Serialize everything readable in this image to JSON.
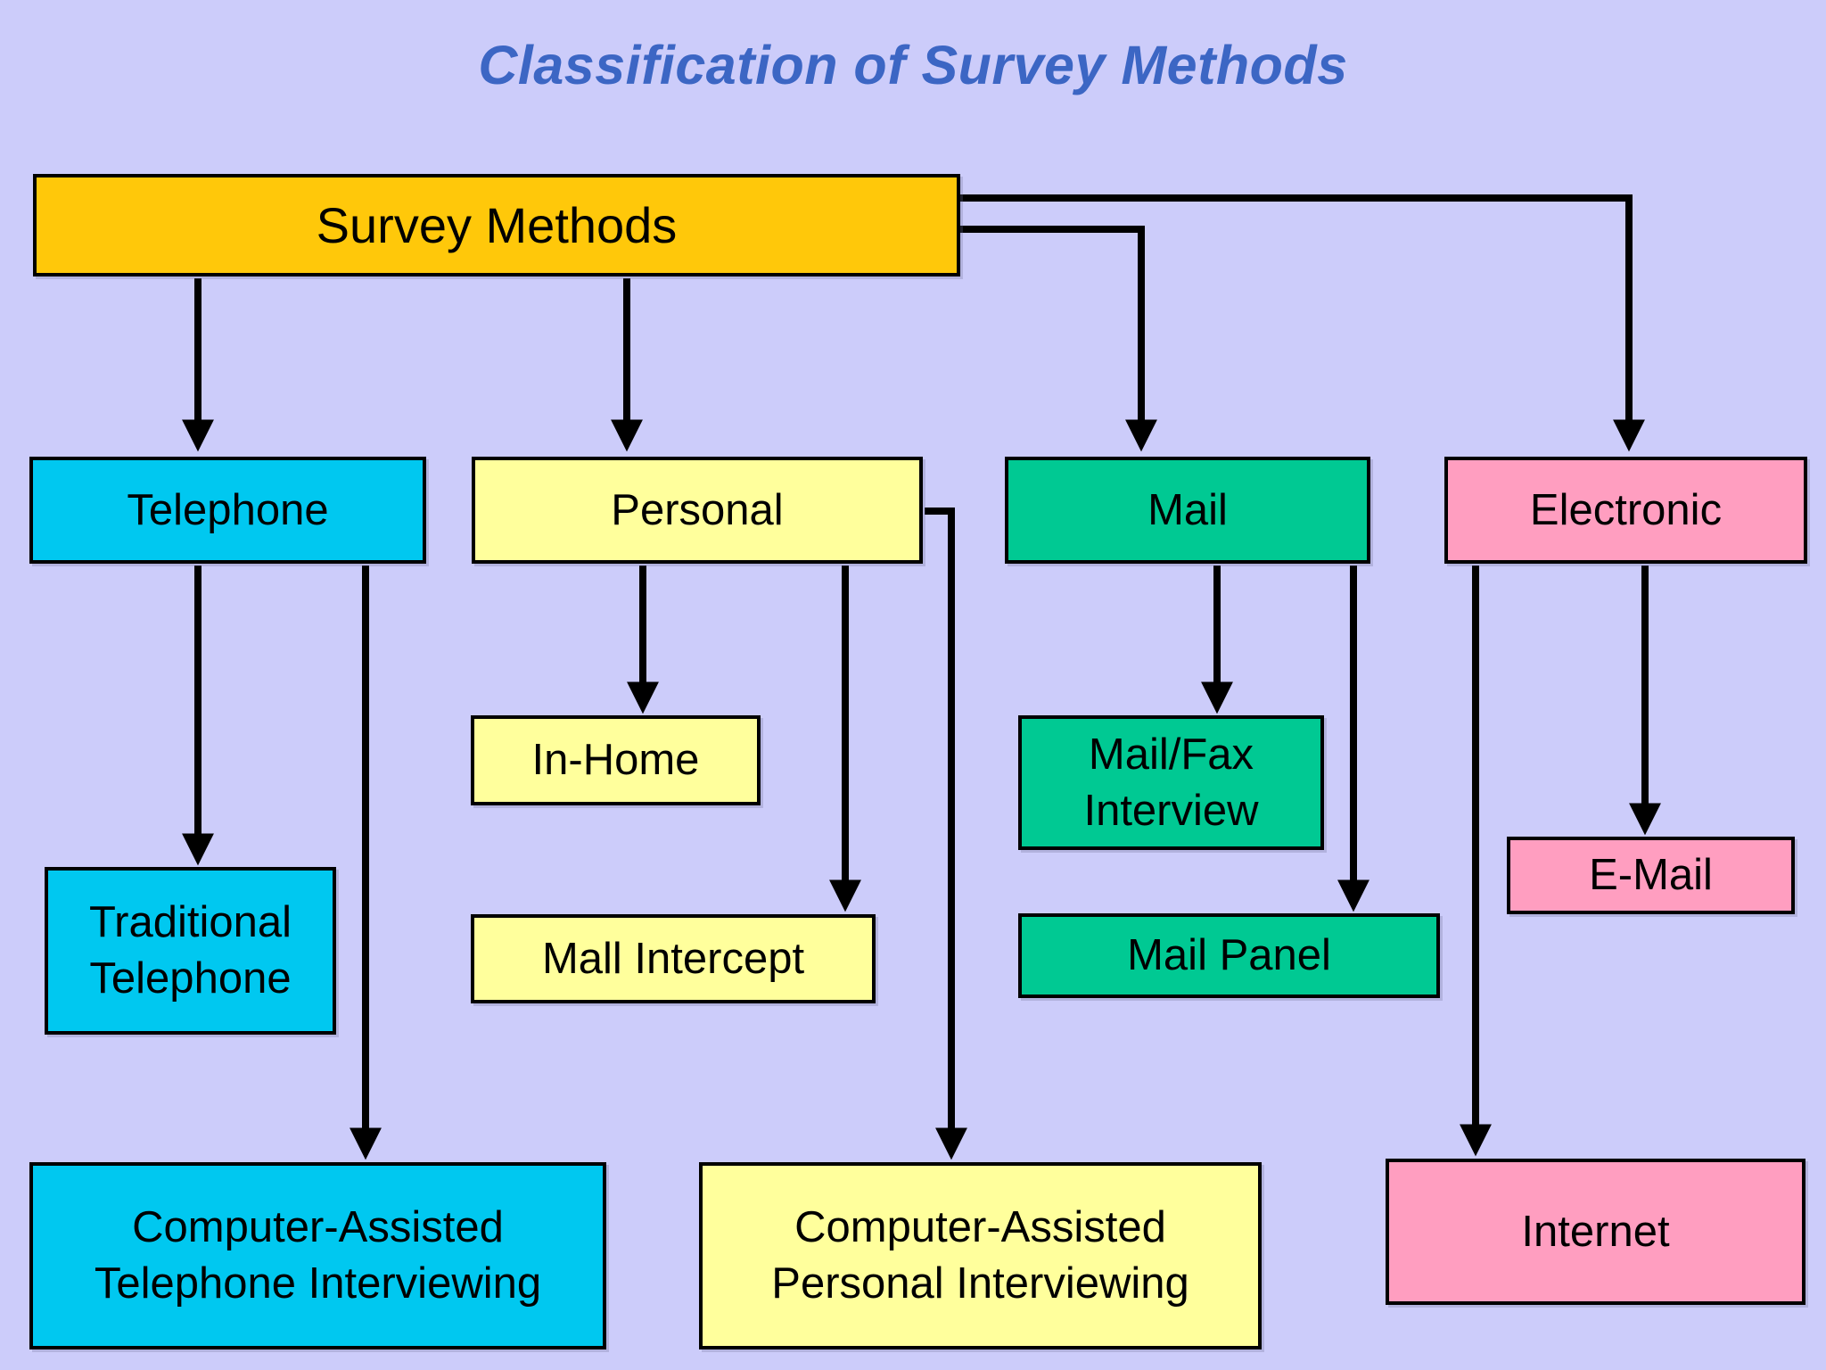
{
  "title": "Classification of Survey Methods",
  "colors": {
    "background": "#ccccfa",
    "title_text": "#3c66c4",
    "line": "#000000",
    "survey_methods_fill": "#ffc80a",
    "telephone_fill": "#00c8f0",
    "personal_fill": "#ffff9c",
    "mail_fill": "#00c993",
    "electronic_fill": "#ff9ec0",
    "box_text": "#000000"
  },
  "nodes": {
    "survey_methods": {
      "label": "Survey Methods"
    },
    "telephone": {
      "label": "Telephone"
    },
    "personal": {
      "label": "Personal"
    },
    "mail": {
      "label": "Mail"
    },
    "electronic": {
      "label": "Electronic"
    },
    "in_home": {
      "label": "In-Home"
    },
    "mail_fax_interview": {
      "label": "Mail/Fax Interview"
    },
    "e_mail": {
      "label": "E-Mail"
    },
    "traditional_telephone": {
      "label": "Traditional Telephone"
    },
    "mall_intercept": {
      "label": "Mall Intercept"
    },
    "mail_panel": {
      "label": "Mail Panel"
    },
    "cati": {
      "label": "Computer-Assisted Telephone Interviewing"
    },
    "capi": {
      "label": "Computer-Assisted Personal Interviewing"
    },
    "internet": {
      "label": "Internet"
    }
  },
  "edges": [
    {
      "from": "Survey Methods",
      "to": "Telephone"
    },
    {
      "from": "Survey Methods",
      "to": "Personal"
    },
    {
      "from": "Survey Methods",
      "to": "Mail"
    },
    {
      "from": "Survey Methods",
      "to": "Electronic"
    },
    {
      "from": "Telephone",
      "to": "Traditional Telephone"
    },
    {
      "from": "Telephone",
      "to": "Computer-Assisted Telephone Interviewing"
    },
    {
      "from": "Personal",
      "to": "In-Home"
    },
    {
      "from": "Personal",
      "to": "Mall Intercept"
    },
    {
      "from": "Personal",
      "to": "Computer-Assisted Personal Interviewing"
    },
    {
      "from": "Mail",
      "to": "Mail/Fax Interview"
    },
    {
      "from": "Mail",
      "to": "Mail Panel"
    },
    {
      "from": "Electronic",
      "to": "E-Mail"
    },
    {
      "from": "Electronic",
      "to": "Internet"
    }
  ]
}
